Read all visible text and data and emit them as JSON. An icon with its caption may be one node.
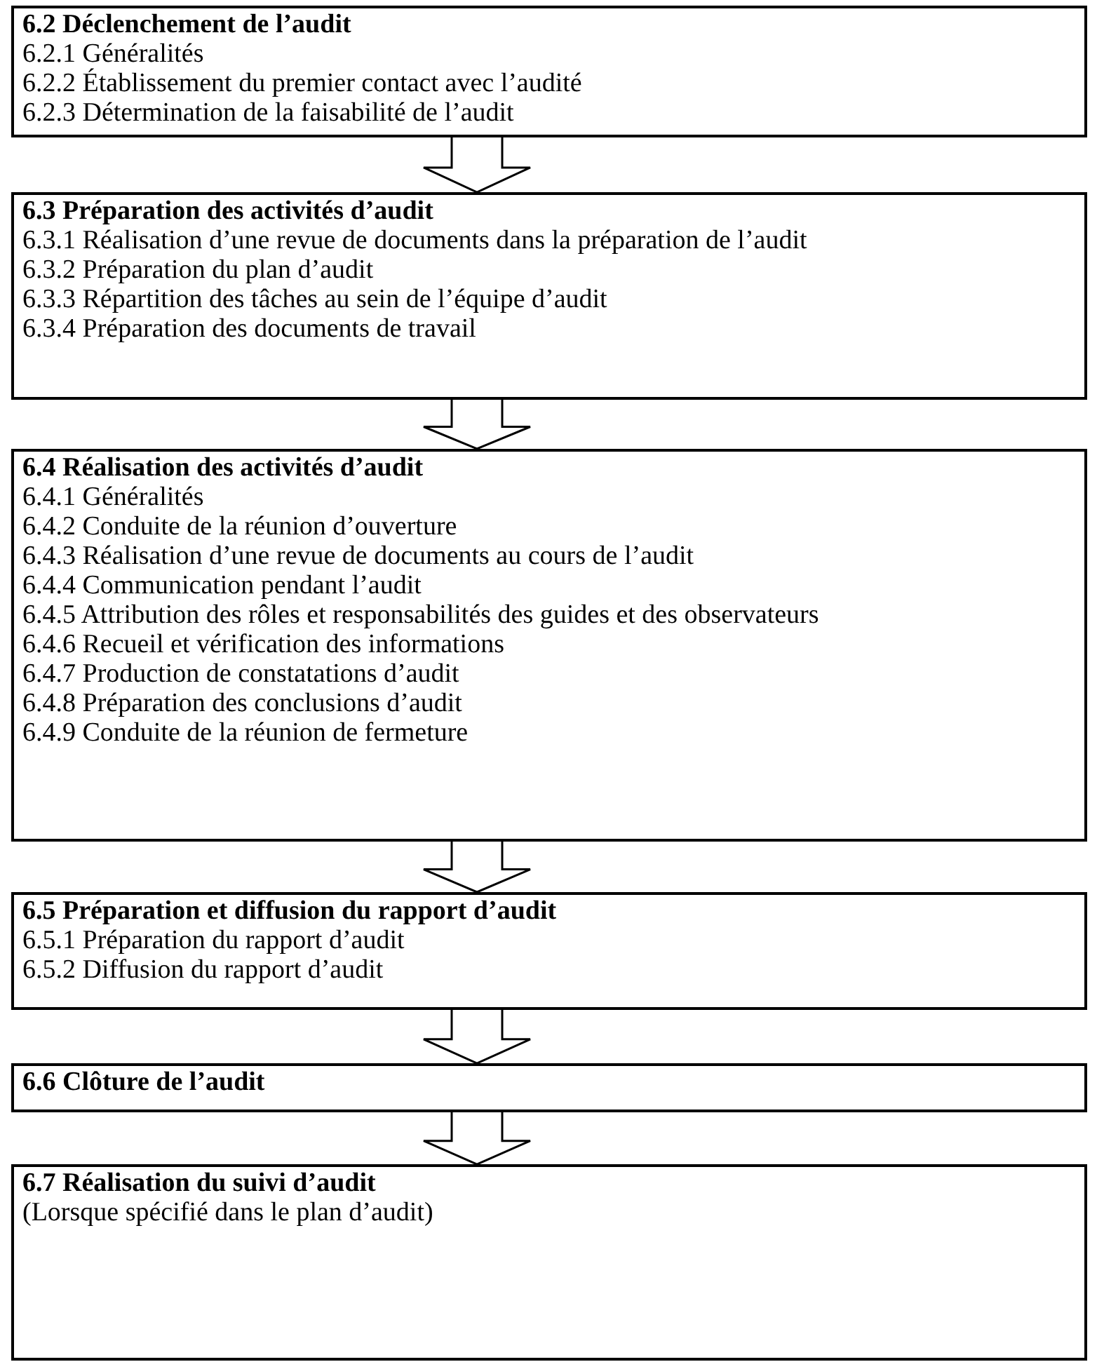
{
  "diagram": {
    "nodes": [
      {
        "text": [
          "6.2 Déclenchement de l’audit",
          "6.2.1 Généralités",
          "6.2.2 Établissement du premier contact avec l’audité",
          "6.2.3 Détermination de la faisabilité de l’audit"
        ]
      },
      {
        "text": [
          "6.3 Préparation des activités d’audit",
          "6.3.1 Réalisation d’une revue de documents dans la préparation de l’audit",
          "6.3.2 Préparation du plan d’audit",
          "6.3.3 Répartition des tâches au sein de l’équipe d’audit",
          "6.3.4 Préparation des documents de travail"
        ]
      },
      {
        "text": [
          "6.4 Réalisation des activités d’audit",
          "6.4.1 Généralités",
          "6.4.2 Conduite de la réunion d’ouverture",
          "6.4.3 Réalisation d’une revue de documents au cours de l’audit",
          "6.4.4 Communication pendant l’audit",
          "6.4.5 Attribution des rôles et responsabilités des guides et des observateurs",
          "6.4.6 Recueil et vérification des informations",
          "6.4.7 Production de constatations d’audit",
          "6.4.8 Préparation des conclusions d’audit",
          "6.4.9 Conduite de la réunion de fermeture"
        ]
      },
      {
        "text": [
          "6.5 Préparation et diffusion du rapport d’audit",
          "6.5.1 Préparation du rapport d’audit",
          "6.5.2 Diffusion du rapport d’audit"
        ]
      },
      {
        "text": [
          "6.6 Clôture de l’audit"
        ]
      },
      {
        "text": [
          "6.7 Réalisation du suivi d’audit",
          "(Lorsque spécifié dans le plan d’audit)"
        ]
      }
    ],
    "edges": [
      {
        "from": 0,
        "to": 1,
        "arrow": "to"
      },
      {
        "from": 1,
        "to": 2,
        "arrow": "to"
      },
      {
        "from": 2,
        "to": 3,
        "arrow": "to"
      },
      {
        "from": 3,
        "to": 4,
        "arrow": "to"
      },
      {
        "from": 4,
        "to": 5,
        "arrow": "to"
      }
    ]
  }
}
